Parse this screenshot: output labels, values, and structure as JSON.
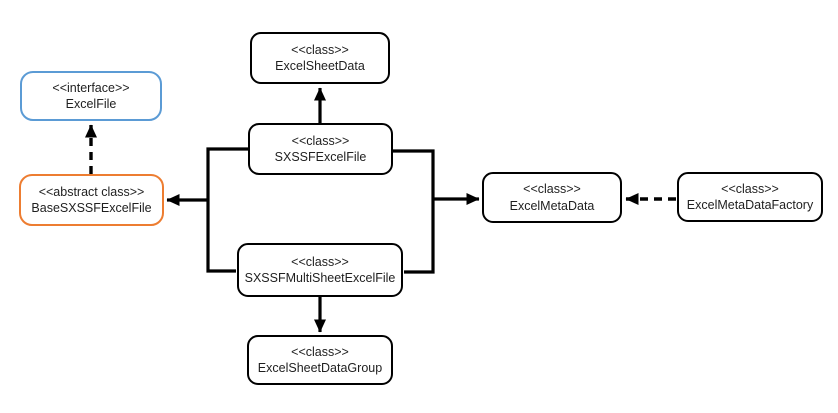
{
  "diagram": {
    "kind": "uml-class-diagram",
    "background_color": "#ffffff",
    "line_color": "#000000",
    "colors": {
      "interface_border": "#5B9BD5",
      "abstract_class_border": "#ED7D31",
      "class_border": "#000000",
      "text": "#1f1f1f"
    },
    "nodes": [
      {
        "id": "excel-file",
        "stereotype": "<<interface>>",
        "name": "ExcelFile",
        "kind": "interface"
      },
      {
        "id": "base-sxssf-excel-file",
        "stereotype": "<<abstract class>>",
        "name": "BaseSXSSFExcelFile",
        "kind": "abstract-class"
      },
      {
        "id": "excel-sheet-data",
        "stereotype": "<<class>>",
        "name": "ExcelSheetData",
        "kind": "class"
      },
      {
        "id": "sxssf-excel-file",
        "stereotype": "<<class>>",
        "name": "SXSSFExcelFile",
        "kind": "class"
      },
      {
        "id": "sxssf-multi-sheet-excel-file",
        "stereotype": "<<class>>",
        "name": "SXSSFMultiSheetExcelFile",
        "kind": "class"
      },
      {
        "id": "excel-sheet-data-group",
        "stereotype": "<<class>>",
        "name": "ExcelSheetDataGroup",
        "kind": "class"
      },
      {
        "id": "excel-meta-data",
        "stereotype": "<<class>>",
        "name": "ExcelMetaData",
        "kind": "class"
      },
      {
        "id": "excel-meta-data-factory",
        "stereotype": "<<class>>",
        "name": "ExcelMetaDataFactory",
        "kind": "class"
      }
    ],
    "edges": [
      {
        "from": "SXSSFExcelFile",
        "to": "ExcelSheetData",
        "line": "solid",
        "arrowhead": "filled"
      },
      {
        "from": "BaseSXSSFExcelFile",
        "to": "ExcelFile",
        "line": "dashed",
        "arrowhead": "filled"
      },
      {
        "from": "SXSSFExcelFile",
        "to": "BaseSXSSFExcelFile",
        "line": "solid",
        "arrowhead": "filled",
        "shared_trunk": "left"
      },
      {
        "from": "SXSSFMultiSheetExcelFile",
        "to": "BaseSXSSFExcelFile",
        "line": "solid",
        "arrowhead": "filled",
        "shared_trunk": "left"
      },
      {
        "from": "SXSSFExcelFile",
        "to": "ExcelMetaData",
        "line": "solid",
        "arrowhead": "filled",
        "shared_trunk": "right"
      },
      {
        "from": "SXSSFMultiSheetExcelFile",
        "to": "ExcelMetaData",
        "line": "solid",
        "arrowhead": "filled",
        "shared_trunk": "right"
      },
      {
        "from": "SXSSFMultiSheetExcelFile",
        "to": "ExcelSheetDataGroup",
        "line": "solid",
        "arrowhead": "filled"
      },
      {
        "from": "ExcelMetaDataFactory",
        "to": "ExcelMetaData",
        "line": "dashed",
        "arrowhead": "filled"
      }
    ]
  }
}
